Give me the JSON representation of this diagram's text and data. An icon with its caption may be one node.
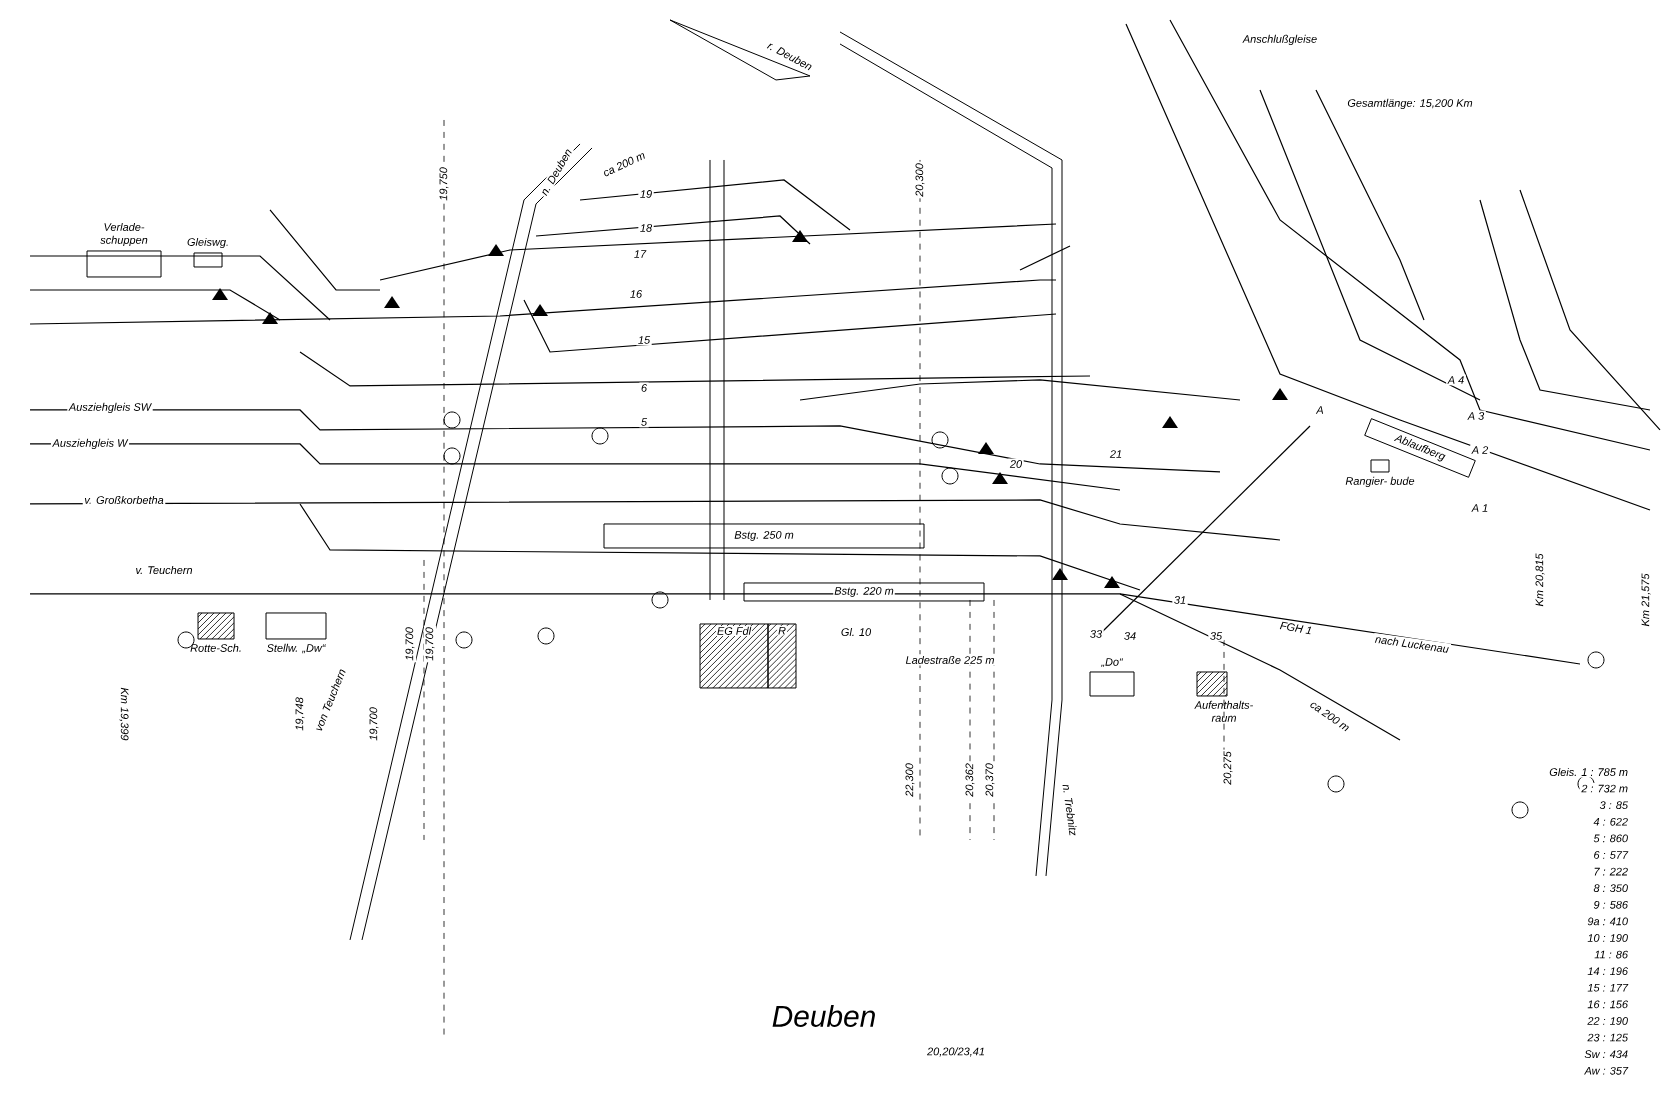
{
  "diagram": {
    "title": "Deuben",
    "nodes": [
      {
        "text": [
          "Verlade- schuppen"
        ]
      },
      {
        "text": [
          "Gleiswg."
        ]
      },
      {
        "text": [
          "Rotte-Sch."
        ]
      },
      {
        "text": [
          "Stellw. „Dw“"
        ]
      },
      {
        "text": [
          "Bstg. 250 m"
        ]
      },
      {
        "text": [
          "Bstg. 220 m"
        ]
      },
      {
        "text": [
          "EG Fdl"
        ]
      },
      {
        "text": [
          "R"
        ]
      },
      {
        "text": [
          "„Do“"
        ]
      },
      {
        "text": [
          "Aufenthalts- raum"
        ]
      },
      {
        "text": [
          "Rangier- bude"
        ]
      },
      {
        "text": [
          "Ablaufberg"
        ]
      }
    ],
    "labels": [
      "Anschlußgleise",
      "Gesamtlänge: 15,200 Km",
      "r. Deuben",
      "n. Deuben",
      "ca 200 m",
      "19,750",
      "19",
      "18",
      "17",
      "16",
      "15",
      "6",
      "5",
      "20,300",
      "Ausziehgleis SW",
      "Ausziehgleis W",
      "v. Großkorbetha",
      "v. Teuchern",
      "Km 19,399",
      "19,748",
      "von Teuchern",
      "19,700",
      "19,700",
      "19,700",
      "Gl. 10",
      "Ladestraße 225 m",
      "FGH 1",
      "nach Luckenau",
      "Km 20,815",
      "Km 21,575",
      "ca 200 m",
      "20,275",
      "22,300",
      "20,362",
      "20,370",
      "n. Trebnitz",
      "20,20/23,41",
      "A",
      "A 1",
      "A 2",
      "A 3",
      "A 4",
      "20",
      "21",
      "31",
      "34",
      "33",
      "35",
      "Gleis. 1 : 785 m",
      "2 : 732 m",
      "3 : 85",
      "4 : 622",
      "5 : 860",
      "6 : 577",
      "7 : 222",
      "8 : 350",
      "9 : 586",
      "9a : 410",
      "10 : 190",
      "11 : 86",
      "14 : 196",
      "15 : 177",
      "16 : 156",
      "22 : 190",
      "23 : 125",
      "Sw : 434",
      "Aw : 357"
    ]
  }
}
